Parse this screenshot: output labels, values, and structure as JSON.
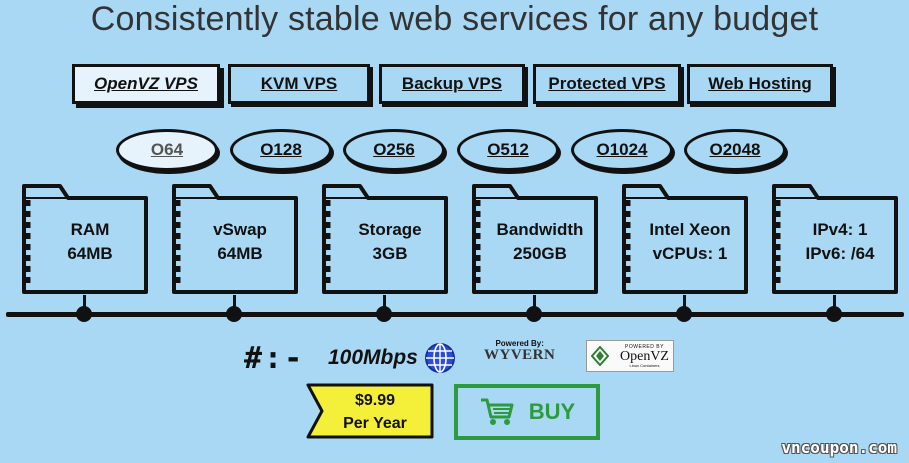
{
  "title": "Consistently stable web services for any budget",
  "tabs": [
    {
      "label": "OpenVZ VPS",
      "active": true
    },
    {
      "label": "KVM VPS",
      "active": false
    },
    {
      "label": "Backup VPS",
      "active": false
    },
    {
      "label": "Protected VPS",
      "active": false
    },
    {
      "label": "Web Hosting",
      "active": false
    }
  ],
  "plans": [
    {
      "label": "O64",
      "active": true
    },
    {
      "label": "O128",
      "active": false
    },
    {
      "label": "O256",
      "active": false
    },
    {
      "label": "O512",
      "active": false
    },
    {
      "label": "O1024",
      "active": false
    },
    {
      "label": "O2048",
      "active": false
    }
  ],
  "specs": [
    {
      "line1": "RAM",
      "line2": "64MB"
    },
    {
      "line1": "vSwap",
      "line2": "64MB"
    },
    {
      "line1": "Storage",
      "line2": "3GB"
    },
    {
      "line1": "Bandwidth",
      "line2": "250GB"
    },
    {
      "line1": "Intel Xeon",
      "line2": "vCPUs: 1"
    },
    {
      "line1": "IPv4: 1",
      "line2": "IPv6: /64"
    }
  ],
  "features": {
    "ip_label": "#:-",
    "speed": "100Mbps",
    "wyvern_small": "Powered By:",
    "wyvern_big": "WYVERN",
    "openvz_powered": "POWERED BY",
    "openvz_name": "OpenVZ",
    "openvz_sub": "Linux Containers"
  },
  "price": {
    "amount": "$9.99",
    "period": "Per Year"
  },
  "buy_label": "BUY",
  "watermark": "vncoupon.com",
  "colors": {
    "background": "#a9d8f5",
    "active_fill": "#e6f3fc",
    "buy_green": "#2e9a3f",
    "price_yellow": "#f4f03a"
  },
  "icons": {
    "globe": "globe-icon",
    "cart": "shopping-cart-icon",
    "folder": "folder-icon"
  }
}
